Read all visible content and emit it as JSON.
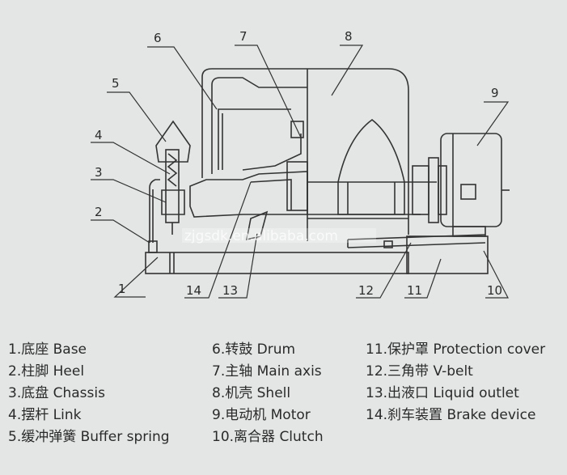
{
  "watermark": "zjgsdk.en.alibaba.com",
  "callouts": [
    "1",
    "2",
    "3",
    "4",
    "5",
    "6",
    "7",
    "8",
    "9",
    "10",
    "11",
    "12",
    "13",
    "14"
  ],
  "legend": [
    [
      "1.底座 Base",
      "2.柱脚 Heel",
      "3.底盘 Chassis",
      "4.摆杆 Link",
      "5.缓冲弹簧 Buffer spring"
    ],
    [
      "6.转鼓 Drum",
      "7.主轴 Main axis",
      "8.机壳 Shell",
      "9.电动机 Motor",
      "10.离合器 Clutch"
    ],
    [
      "11.保护罩 Protection cover",
      "12.三角带 V-belt",
      "13.出液口 Liquid outlet",
      "14.刹车装置 Brake device"
    ]
  ]
}
